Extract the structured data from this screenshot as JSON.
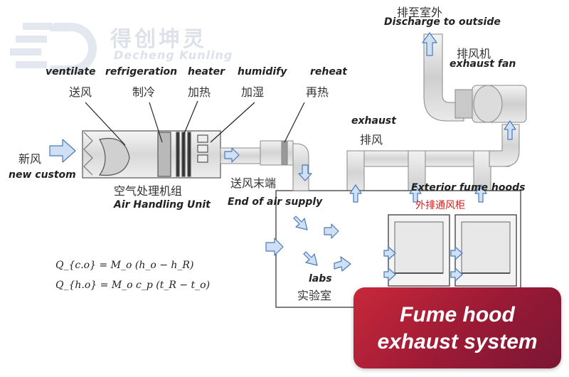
{
  "brand": {
    "name_cn": "得创坤灵",
    "name_en": "Decheng Kunling"
  },
  "labels": {
    "ventilate_en": "ventilate",
    "ventilate_cn": "送风",
    "refrigeration_en": "refrigeration",
    "refrigeration_cn": "制冷",
    "heater_en": "heater",
    "heater_cn": "加热",
    "humidify_en": "humidify",
    "humidify_cn": "加湿",
    "reheat_en": "reheat",
    "reheat_cn": "再热",
    "fresh_air_cn": "新风",
    "fresh_air_en": "new custom",
    "ahu_cn": "空气处理机组",
    "ahu_en": "Air Handling Unit",
    "supply_end_cn": "送风末端",
    "supply_end_en": "End of air supply",
    "exhaust_en": "exhaust",
    "exhaust_cn": "排风",
    "discharge_cn": "排至室外",
    "discharge_en": "Discharge to outside",
    "fan_cn": "排风机",
    "fan_en": "exhaust fan",
    "hoods_en": "Exterior fume hoods",
    "hoods_cn": "外排通风柜",
    "labs_en": "labs",
    "labs_cn": "实验室"
  },
  "equations": {
    "cooling": "Q_{c.o} = M_o (h_o − h_R)",
    "heating": "Q_{h.o} = M_o c_p (t_R − t_o)"
  },
  "banner": {
    "line1": "Fume hood",
    "line2": "exhaust system"
  },
  "colors": {
    "arrow_fill": "#cfe0f5",
    "arrow_stroke": "#4a7ab8",
    "duct": "#d9d9d9",
    "banner": "#a81e36"
  }
}
